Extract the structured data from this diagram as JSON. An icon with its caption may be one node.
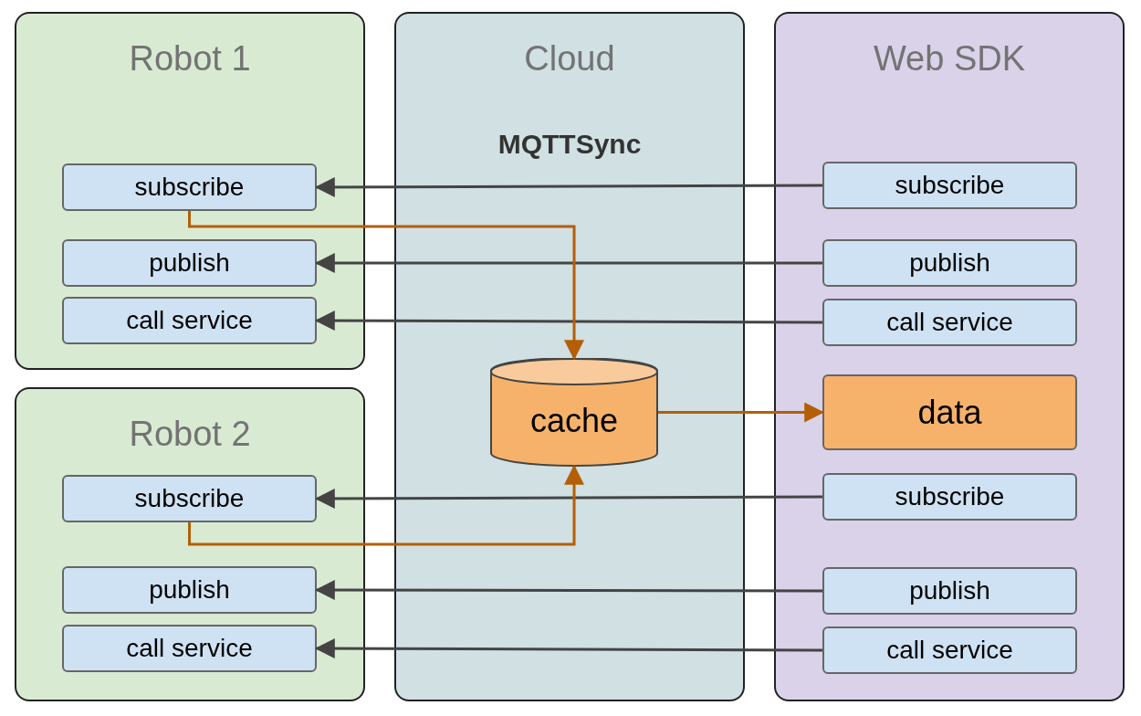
{
  "diagram": {
    "nodes": [
      {
        "text": [
          "Robot 1"
        ]
      },
      {
        "text": [
          "subscribe"
        ],
        "in": 0
      },
      {
        "text": [
          "publish"
        ],
        "in": 0
      },
      {
        "text": [
          "call service"
        ],
        "in": 0
      },
      {
        "text": [
          "Robot 2"
        ]
      },
      {
        "text": [
          "subscribe"
        ],
        "in": 4
      },
      {
        "text": [
          "publish"
        ],
        "in": 4
      },
      {
        "text": [
          "call service"
        ],
        "in": 4
      },
      {
        "text": [
          "Cloud",
          "MQTTSync"
        ]
      },
      {
        "text": [
          "cache"
        ],
        "in": 8
      },
      {
        "text": [
          "Web SDK"
        ]
      },
      {
        "text": [
          "subscribe"
        ],
        "in": 10
      },
      {
        "text": [
          "publish"
        ],
        "in": 10
      },
      {
        "text": [
          "call service"
        ],
        "in": 10
      },
      {
        "text": [
          "data"
        ],
        "in": 10
      },
      {
        "text": [
          "subscribe"
        ],
        "in": 10
      },
      {
        "text": [
          "publish"
        ],
        "in": 10
      },
      {
        "text": [
          "call service"
        ],
        "in": 10
      }
    ],
    "edges": [
      {
        "from": 11,
        "to": 1,
        "arrow": "to"
      },
      {
        "from": 12,
        "to": 2,
        "arrow": "to"
      },
      {
        "from": 13,
        "to": 3,
        "arrow": "to"
      },
      {
        "from": 15,
        "to": 5,
        "arrow": "to"
      },
      {
        "from": 16,
        "to": 6,
        "arrow": "to"
      },
      {
        "from": 17,
        "to": 7,
        "arrow": "to"
      },
      {
        "from": 1,
        "to": 9,
        "arrow": "to",
        "color": "#b45f06"
      },
      {
        "from": 5,
        "to": 9,
        "arrow": "to",
        "color": "#b45f06"
      },
      {
        "from": 9,
        "to": 14,
        "arrow": "to",
        "color": "#b45f06"
      }
    ]
  }
}
